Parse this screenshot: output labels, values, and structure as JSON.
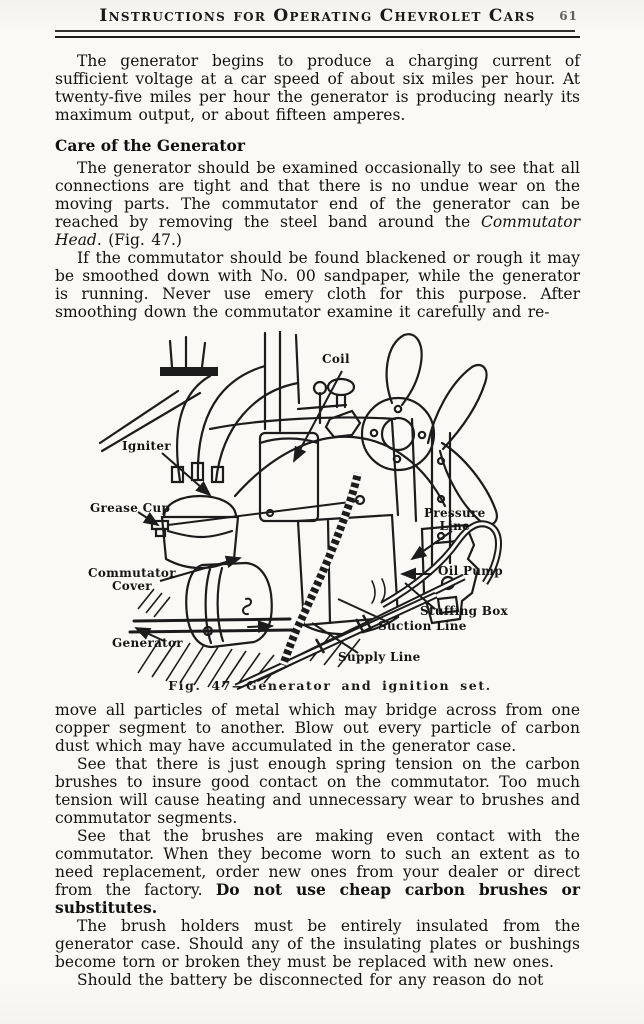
{
  "page": {
    "header": {
      "title": "Instructions for Operating Chevrolet Cars",
      "page_number": "61"
    },
    "p1": "The generator begins to produce a charging current of sufficient voltage at a car speed of about six miles per hour. At twenty-five miles per hour the generator is producing nearly its maximum output, or about fifteen amperes.",
    "heading": "Care of the Generator",
    "p2": {
      "pre": "The generator should be examined occasionally to see that all connections are tight and that there is no undue wear on the moving parts. The commutator end of the generator can be reached by removing the steel band around the ",
      "italic": "Commutator Head.",
      "post": " (Fig. 47.)"
    },
    "p3": "If the commutator should be found blackened or rough it may be smoothed down with No. 00 sandpaper, while the generator is running. Never use emery cloth for this purpose. After smoothing down the commutator examine it carefully and re-",
    "p4": "move all particles of metal which may bridge across from one copper segment to another. Blow out every particle of carbon dust which may have accumulated in the generator case.",
    "p5": "See that there is just enough spring tension on the carbon brushes to insure good contact on the commutator. Too much tension will cause heating and unnecessary wear to brushes and commutator segments.",
    "p6": {
      "pre": "See that the brushes are making even contact with the commutator. When they become worn to such an extent as to need replacement, order new ones from your dealer or direct from the factory. ",
      "bold": "Do not use cheap carbon brushes or substitutes."
    },
    "p7": "The brush holders must be entirely insulated from the generator case. Should any of the insulating plates or bushings become torn or broken they must be replaced with new ones.",
    "p8": "Should the battery be disconnected for any reason do not"
  },
  "figure": {
    "caption": "Fig. 47—Generator and ignition set.",
    "labels": {
      "coil": "Coil",
      "igniter": "Igniter",
      "grease_cup": "Grease Cup",
      "commutator_cover": "Commutator\nCover",
      "generator": "Generator",
      "pressure_line": "Pressure\nLine",
      "oil_pump": "Oil Pump",
      "stuffing_box": "Stuffing Box",
      "suction_line": "Suction Line",
      "supply_line": "Supply Line"
    }
  },
  "colors": {
    "ink": "#1c1c1c",
    "paper": "#faf9f5"
  }
}
